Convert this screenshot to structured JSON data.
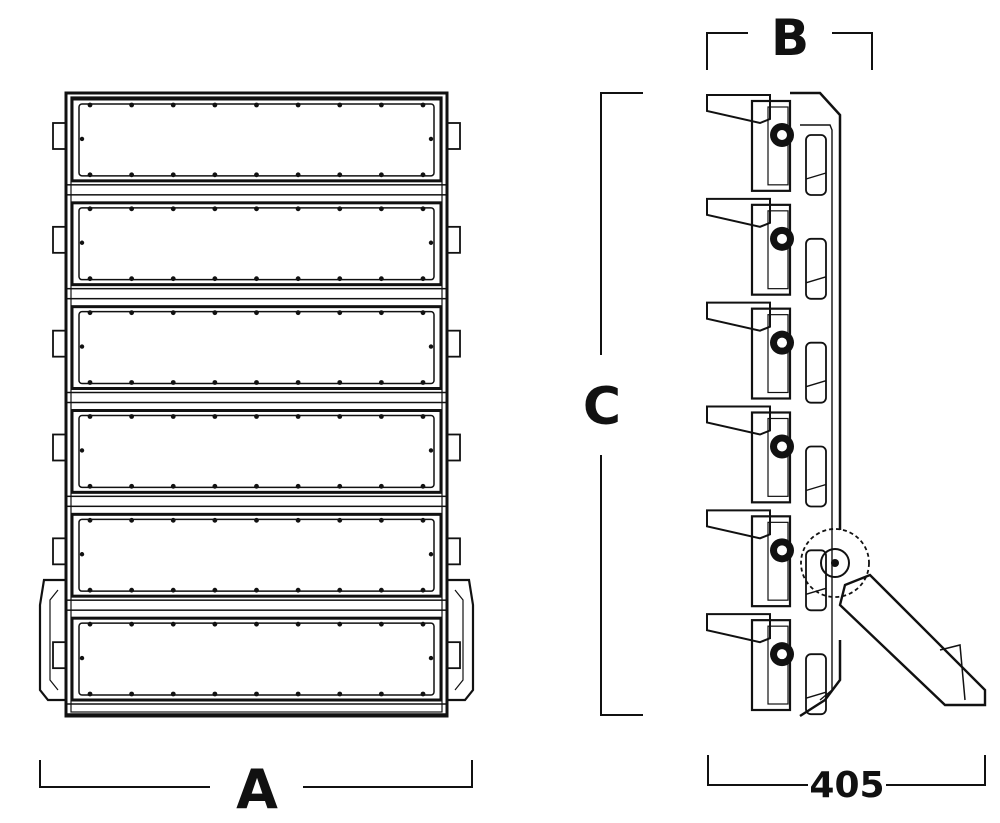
{
  "dimensions": {
    "a_label": "A",
    "b_label": "B",
    "c_label": "C",
    "depth_label": "405"
  },
  "front_view": {
    "module_count": 6
  },
  "side_view": {
    "module_count": 6
  },
  "colors": {
    "line": "#111111",
    "background": "#ffffff"
  }
}
